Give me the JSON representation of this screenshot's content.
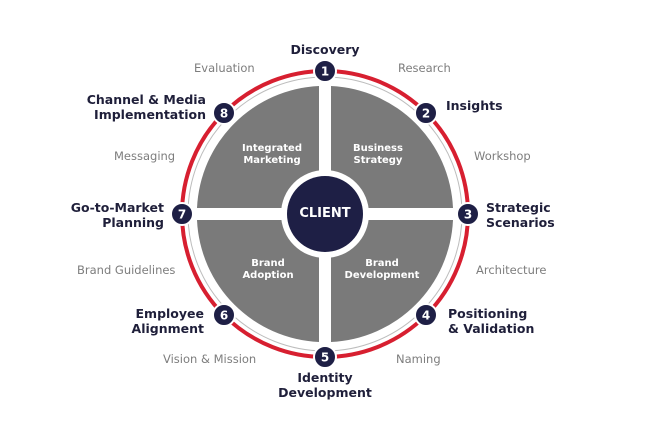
{
  "center": {
    "label": "CLIENT"
  },
  "steps": [
    {
      "number": "1",
      "title": "Discovery"
    },
    {
      "number": "2",
      "title": "Insights"
    },
    {
      "number": "3",
      "title": "Strategic\nScenarios"
    },
    {
      "number": "4",
      "title": "Positioning\n& Validation"
    },
    {
      "number": "5",
      "title": "Identity\nDevelopment"
    },
    {
      "number": "6",
      "title": "Employee\nAlignment"
    },
    {
      "number": "7",
      "title": "Go-to-Market\nPlanning"
    },
    {
      "number": "8",
      "title": "Channel & Media\nImplementation"
    }
  ],
  "between_labels": [
    "Research",
    "Workshop",
    "Architecture",
    "Naming",
    "Vision & Mission",
    "Brand Guidelines",
    "Messaging",
    "Evaluation"
  ],
  "segments": [
    "Integrated\nMarketing",
    "Business\nStrategy",
    "Brand\nAdoption",
    "Brand\nDevelopment"
  ],
  "colors": {
    "ring": "#d71f30",
    "segment_fill": "#7a7a7a",
    "center_fill": "#1e1f45",
    "node_fill": "#1e1f45",
    "title_text": "#1f1f3a",
    "sub_text": "#7d7d7d"
  }
}
